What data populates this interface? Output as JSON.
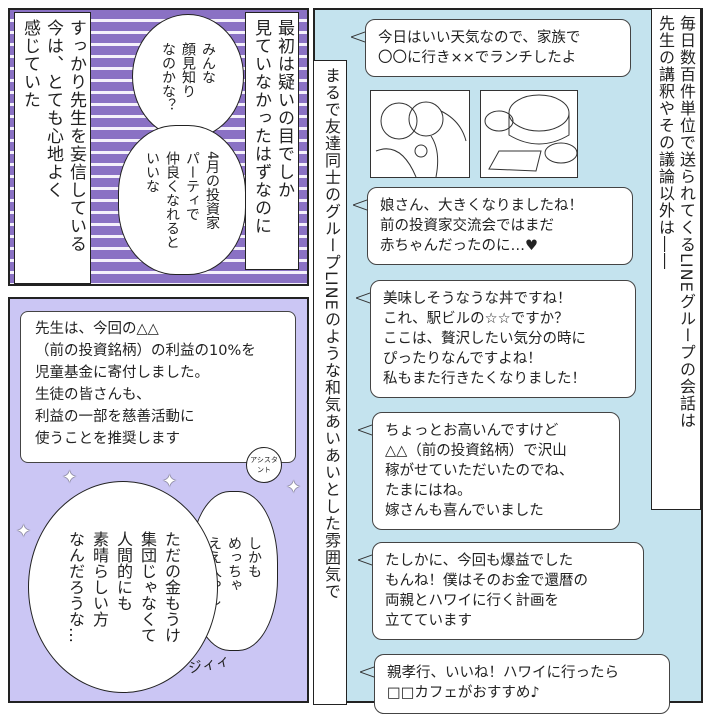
{
  "panel1": {
    "caption_right": "最初は疑いの目でしか\n見ていなかったはずなのに",
    "caption_left": "すっかり先生を妄信している\n今は、とても心地よく\n感じていた",
    "thought_top": "みんな\n顔見知り\nなのかな？",
    "thought_bottom": "4月の投資家\nパーティで\n仲良くなれると\nいいな"
  },
  "panel2": {
    "assistant_message": "先生は、今回の△△\n（前の投資銘柄）の利益の10%を\n児童基金に寄付しました。\n生徒の皆さんも、\n利益の一部を慈善活動に\n使うことを推奨します",
    "assistant_badge": "アシスタント",
    "thought_small": "しかも\nめっちゃ\nええ人やし",
    "thought_large": "ただの金もうけ\n集団じゃなくて\n人間的にも\n素晴らしい方\nなんだろうな…",
    "sfx": "ジィィ"
  },
  "panel3": {
    "caption_right": "毎日数百件単位で送られてくるLINEグループの会話は\n先生の講釈やその議論以外は――",
    "caption_left": "まるで友達同士のグループLINEのような和気あいあいとした雰囲気で",
    "messages": [
      "今日はいい天気なので、家族で\n〇〇に行き××でランチしたよ",
      "娘さん、大きくなりましたね！\n前の投資家交流会ではまだ\n赤ちゃんだったのに…♥",
      "美味しそうなうな丼ですね！\nこれ、駅ビルの☆☆ですか？\nここは、贅沢したい気分の時に\nぴったりなんですよね！\n私もまた行きたくなりました！",
      "ちょっとお高いんですけど\n△△（前の投資銘柄）で沢山\n稼がせていただいたのでね、\nたまにはね。\n嫁さんも喜んでいました",
      "たしかに、今回も爆益でした\nもんね！僕はそのお金で還暦の\n両親とハワイに行く計画を\n立てています",
      "親孝行、いいね！ハワイに行ったら\n□□カフェがおすすめ♪"
    ],
    "photos": [
      "family-photo",
      "food-photo"
    ]
  },
  "colors": {
    "panel1_bg": "#8a71c4",
    "panel2_bg": "#cbc6f4",
    "panel3_bg": "#c4e3ee"
  }
}
